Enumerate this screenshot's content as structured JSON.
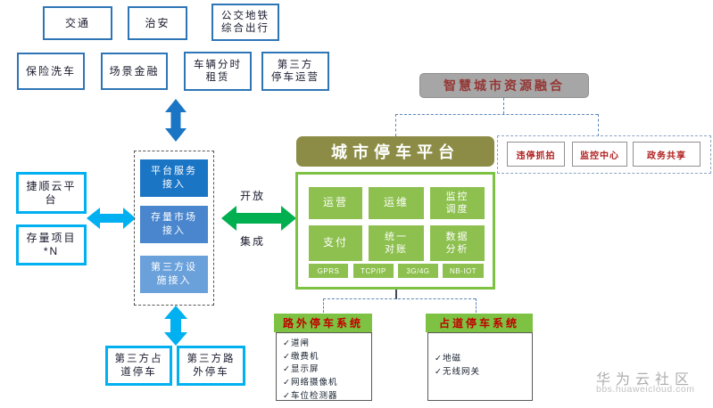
{
  "top": {
    "row1": [
      "交通",
      "治安",
      "公交地铁\n综合出行"
    ],
    "row2": [
      "保险洗车",
      "场景金融",
      "车辆分时\n租赁",
      "第三方\n停车运营"
    ]
  },
  "left": {
    "cloud_platform": "捷顺云平\n台",
    "stock_projects": "存量项目\n*N"
  },
  "access": {
    "items": [
      "平台服务\n接入",
      "存量市场\n接入",
      "第三方设\n施接入"
    ]
  },
  "open_integration": {
    "top": "开放",
    "bottom": "集成"
  },
  "platform": {
    "title": "城市停车平台",
    "modules": [
      "运营",
      "运维",
      "监控\n调度",
      "支付",
      "统一\n对账",
      "数据\n分析"
    ],
    "protocols": [
      "GPRS",
      "TCP/IP",
      "3G/4G",
      "NB-IOT"
    ]
  },
  "smart_city": {
    "title": "智慧城市资源融合",
    "items": [
      "违停抓拍",
      "监控中心",
      "政务共享"
    ]
  },
  "systems": {
    "off_street": {
      "title": "路外停车系统",
      "items": [
        "✓道闸",
        "✓缴费机",
        "✓显示屏",
        "✓网络摄像机",
        "✓车位检测器"
      ]
    },
    "on_street": {
      "title": "占道停车系统",
      "items": [
        "✓地磁",
        "✓无线网关"
      ]
    }
  },
  "third_party": {
    "on_street": "第三方占\n道停车",
    "off_street": "第三方路\n外停车"
  },
  "watermark": {
    "title": "华为云社区",
    "url": "bbs.huaweicloud.com"
  },
  "colors": {
    "accent_blue": "#2E75B6",
    "accent_cyan": "#00B0F0",
    "accent_green": "#00B050",
    "cell_green": "#8DC04E",
    "frame_green": "#7DC242",
    "olive": "#8C8C46",
    "gray": "#A6A6A6",
    "red_text": "#C00000"
  }
}
